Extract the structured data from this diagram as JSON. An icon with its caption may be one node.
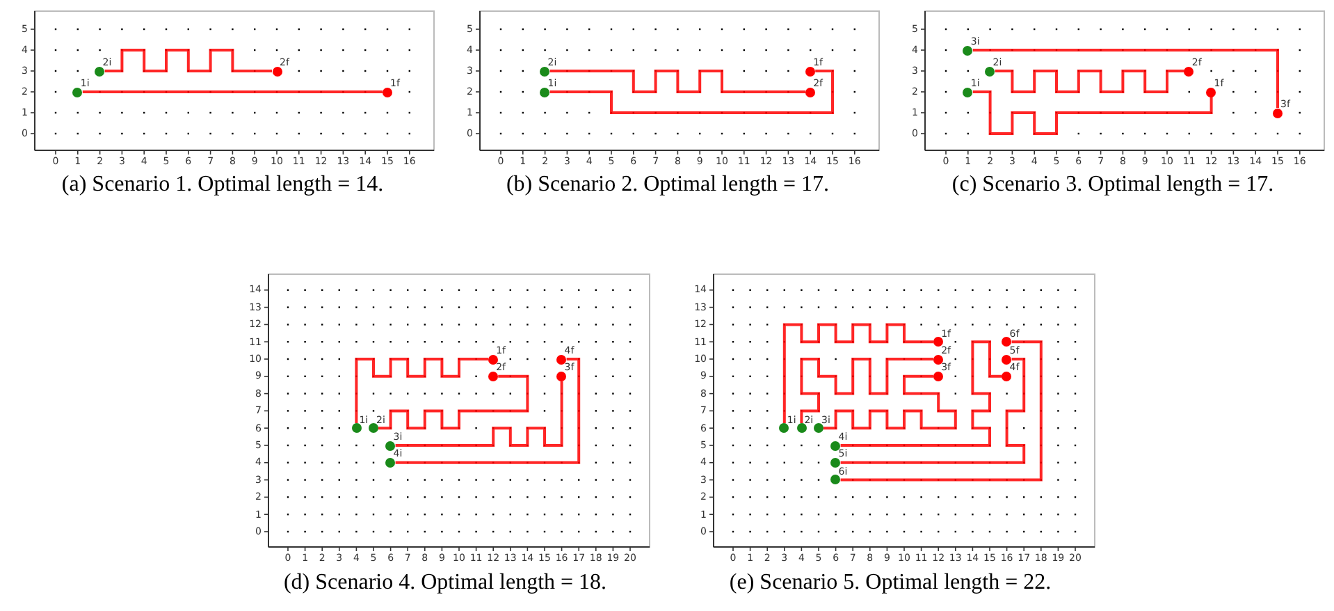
{
  "diagram": {
    "nodes": [
      {
        "text": [
          "(a) Scenario 1. Optimal length = 14."
        ]
      },
      {
        "text": [
          "1i"
        ],
        "in": 0
      },
      {
        "text": [
          "1f"
        ],
        "in": 0
      },
      {
        "text": [
          "2i"
        ],
        "in": 0
      },
      {
        "text": [
          "2f"
        ],
        "in": 0
      },
      {
        "text": [
          "(b) Scenario 2. Optimal length = 17."
        ]
      },
      {
        "text": [
          "1i"
        ],
        "in": 5
      },
      {
        "text": [
          "1f"
        ],
        "in": 5
      },
      {
        "text": [
          "2i"
        ],
        "in": 5
      },
      {
        "text": [
          "2f"
        ],
        "in": 5
      },
      {
        "text": [
          "(c) Scenario 3. Optimal length = 17."
        ]
      },
      {
        "text": [
          "1i"
        ],
        "in": 10
      },
      {
        "text": [
          "1f"
        ],
        "in": 10
      },
      {
        "text": [
          "2i"
        ],
        "in": 10
      },
      {
        "text": [
          "2f"
        ],
        "in": 10
      },
      {
        "text": [
          "3i"
        ],
        "in": 10
      },
      {
        "text": [
          "3f"
        ],
        "in": 10
      },
      {
        "text": [
          "(d) Scenario 4. Optimal length = 18."
        ]
      },
      {
        "text": [
          "1i"
        ],
        "in": 17
      },
      {
        "text": [
          "1f"
        ],
        "in": 17
      },
      {
        "text": [
          "2i"
        ],
        "in": 17
      },
      {
        "text": [
          "2f"
        ],
        "in": 17
      },
      {
        "text": [
          "3i"
        ],
        "in": 17
      },
      {
        "text": [
          "3f"
        ],
        "in": 17
      },
      {
        "text": [
          "4i"
        ],
        "in": 17
      },
      {
        "text": [
          "4f"
        ],
        "in": 17
      },
      {
        "text": [
          "(e) Scenario 5. Optimal length = 22."
        ]
      },
      {
        "text": [
          "1i"
        ],
        "in": 26
      },
      {
        "text": [
          "1f"
        ],
        "in": 26
      },
      {
        "text": [
          "2i"
        ],
        "in": 26
      },
      {
        "text": [
          "2f"
        ],
        "in": 26
      },
      {
        "text": [
          "3i"
        ],
        "in": 26
      },
      {
        "text": [
          "3f"
        ],
        "in": 26
      },
      {
        "text": [
          "4i"
        ],
        "in": 26
      },
      {
        "text": [
          "4f"
        ],
        "in": 26
      },
      {
        "text": [
          "5i"
        ],
        "in": 26
      },
      {
        "text": [
          "5f"
        ],
        "in": 26
      },
      {
        "text": [
          "6i"
        ],
        "in": 26
      },
      {
        "text": [
          "6f"
        ],
        "in": 26
      }
    ],
    "edges": [
      {
        "from": 1,
        "to": 2,
        "arrow": "none"
      },
      {
        "from": 3,
        "to": 4,
        "arrow": "none"
      },
      {
        "from": 6,
        "to": 7,
        "arrow": "none"
      },
      {
        "from": 8,
        "to": 9,
        "arrow": "none"
      },
      {
        "from": 11,
        "to": 12,
        "arrow": "none"
      },
      {
        "from": 13,
        "to": 14,
        "arrow": "none"
      },
      {
        "from": 15,
        "to": 16,
        "arrow": "none"
      },
      {
        "from": 18,
        "to": 19,
        "arrow": "none"
      },
      {
        "from": 20,
        "to": 21,
        "arrow": "none"
      },
      {
        "from": 22,
        "to": 23,
        "arrow": "none"
      },
      {
        "from": 24,
        "to": 25,
        "arrow": "none"
      },
      {
        "from": 27,
        "to": 28,
        "arrow": "none"
      },
      {
        "from": 29,
        "to": 30,
        "arrow": "none"
      },
      {
        "from": 31,
        "to": 32,
        "arrow": "none"
      },
      {
        "from": 33,
        "to": 34,
        "arrow": "none"
      },
      {
        "from": 35,
        "to": 36,
        "arrow": "none"
      },
      {
        "from": 37,
        "to": 38,
        "arrow": "none"
      }
    ],
    "labels": [
      "5",
      "4",
      "3",
      "2",
      "1",
      "0",
      "0",
      "1",
      "2",
      "3",
      "4",
      "5",
      "6",
      "7",
      "8",
      "9",
      "10",
      "11",
      "12",
      "13",
      "14",
      "15",
      "16",
      "5",
      "4",
      "3",
      "2",
      "1",
      "0",
      "0",
      "1",
      "2",
      "3",
      "4",
      "5",
      "6",
      "7",
      "8",
      "9",
      "10",
      "11",
      "12",
      "13",
      "14",
      "15",
      "16",
      "5",
      "4",
      "3",
      "2",
      "1",
      "0",
      "0",
      "1",
      "2",
      "3",
      "4",
      "5",
      "6",
      "7",
      "8",
      "9",
      "10",
      "11",
      "12",
      "13",
      "14",
      "15",
      "16",
      "14",
      "13",
      "12",
      "11",
      "10",
      "9",
      "8",
      "7",
      "6",
      "5",
      "4",
      "3",
      "2",
      "1",
      "0",
      "0",
      "1",
      "2",
      "3",
      "4",
      "5",
      "6",
      "7",
      "8",
      "9",
      "10",
      "11",
      "12",
      "13",
      "14",
      "15",
      "16",
      "17",
      "18",
      "19",
      "20",
      "14",
      "13",
      "12",
      "11",
      "10",
      "9",
      "8",
      "7",
      "6",
      "5",
      "4",
      "3",
      "2",
      "1",
      "0",
      "0",
      "1",
      "2",
      "3",
      "4",
      "5",
      "6",
      "7",
      "8",
      "9",
      "10",
      "11",
      "12",
      "13",
      "14",
      "15",
      "16",
      "17",
      "18",
      "19",
      "20"
    ]
  }
}
